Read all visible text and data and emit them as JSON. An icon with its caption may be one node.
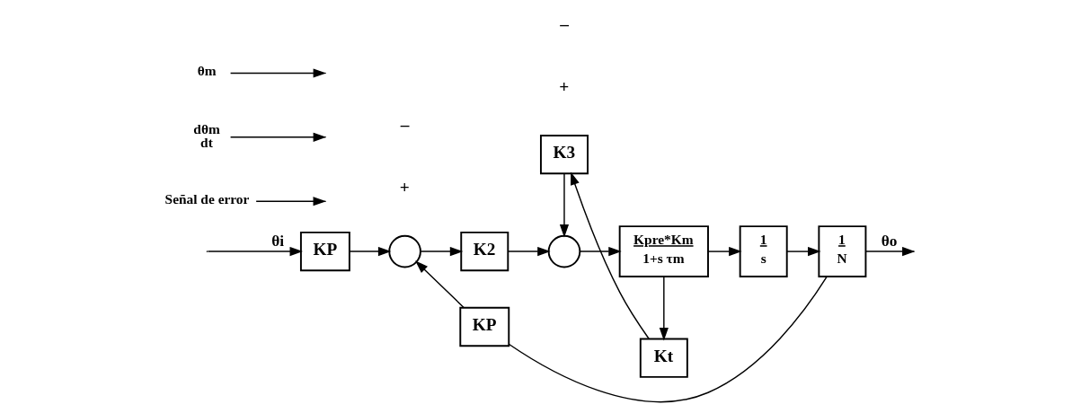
{
  "diagram": {
    "nodes": [
      {
        "text": [
          "KP"
        ]
      },
      {
        "text": [],
        "shape": "circle"
      },
      {
        "text": [
          "K2"
        ]
      },
      {
        "text": [],
        "shape": "circle"
      },
      {
        "text": [
          "Kpre*Km",
          "1+s τm"
        ]
      },
      {
        "text": [
          "1",
          "s"
        ]
      },
      {
        "text": [
          "1",
          "N"
        ]
      },
      {
        "text": [
          "Kt"
        ]
      },
      {
        "text": [
          "K3"
        ]
      },
      {
        "text": [
          "KP"
        ]
      },
      {
        "text": [
          "Señal de error"
        ]
      },
      {
        "text": [
          "dθm",
          "dt"
        ]
      },
      {
        "text": [
          "θm"
        ]
      }
    ],
    "edges": [
      {
        "from": null,
        "to": 0,
        "arrow": "to",
        "label": "θi"
      },
      {
        "from": 0,
        "to": 1,
        "arrow": "to"
      },
      {
        "from": 1,
        "to": 2,
        "arrow": "to"
      },
      {
        "from": 2,
        "to": 3,
        "arrow": "to"
      },
      {
        "from": 3,
        "to": 4,
        "arrow": "to"
      },
      {
        "from": 4,
        "to": 5,
        "arrow": "to"
      },
      {
        "from": 5,
        "to": 6,
        "arrow": "to"
      },
      {
        "from": 6,
        "to": null,
        "arrow": "to",
        "label": "θo"
      },
      {
        "from": 4,
        "to": 7,
        "arrow": "to"
      },
      {
        "from": 7,
        "to": 8,
        "arrow": "to"
      },
      {
        "from": 8,
        "to": 3,
        "arrow": "to"
      },
      {
        "from": 6,
        "to": 9,
        "arrow": "none"
      },
      {
        "from": 9,
        "to": 1,
        "arrow": "to"
      },
      {
        "from": 10,
        "to": null,
        "arrow": "to"
      },
      {
        "from": 11,
        "to": null,
        "arrow": "to"
      },
      {
        "from": 12,
        "to": null,
        "arrow": "to"
      }
    ],
    "labels": [
      "+",
      "–",
      "+",
      "–"
    ]
  }
}
